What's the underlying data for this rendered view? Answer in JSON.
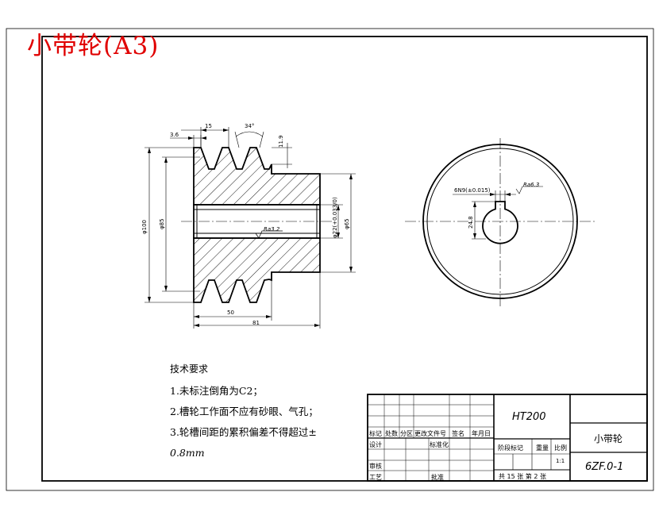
{
  "title": "小带轮(A3)",
  "colors": {
    "title": "#e00000",
    "line": "#000000",
    "hatch": "#000000"
  },
  "drawing": {
    "dims": {
      "d1": "3.6",
      "d2": "15",
      "d3": "34°",
      "d4": "11.9",
      "d5": "φ100",
      "d6": "φ85",
      "d7": "φ22(+0.033/0)",
      "d8": "φ65",
      "d9": "50",
      "d10": "81",
      "d11": "6N9(±0.015)",
      "d12": "24.8"
    },
    "rough1": "Ra3.2",
    "rough2": "Ra6.3"
  },
  "tech": {
    "heading": "技术要求",
    "line1": "1.未标注倒角为C2；",
    "line2": "2.槽轮工作面不应有砂眼、气孔；",
    "line3": "3.轮槽间距的累积偏差不得超过±",
    "line4": "0.8mm"
  },
  "titleblock": {
    "material": "HT200",
    "part_name": "小带轮",
    "drawing_no": "6ZF.0-1",
    "labels": {
      "biaoji": "标记",
      "chushu": "处数",
      "fenqu": "分区",
      "gengai": "更改文件号",
      "qianming": "签名",
      "nianyueri": "年月日",
      "sheji": "设计",
      "biaozhunhua": "标准化",
      "jieduan": "阶段标记",
      "zhongliang": "重量",
      "bili": "比例",
      "shenhe": "审核",
      "gongyi": "工艺",
      "pizhun": "批准",
      "scale_value": "1:1",
      "sheets": "共 15 张 第 2 张"
    }
  }
}
